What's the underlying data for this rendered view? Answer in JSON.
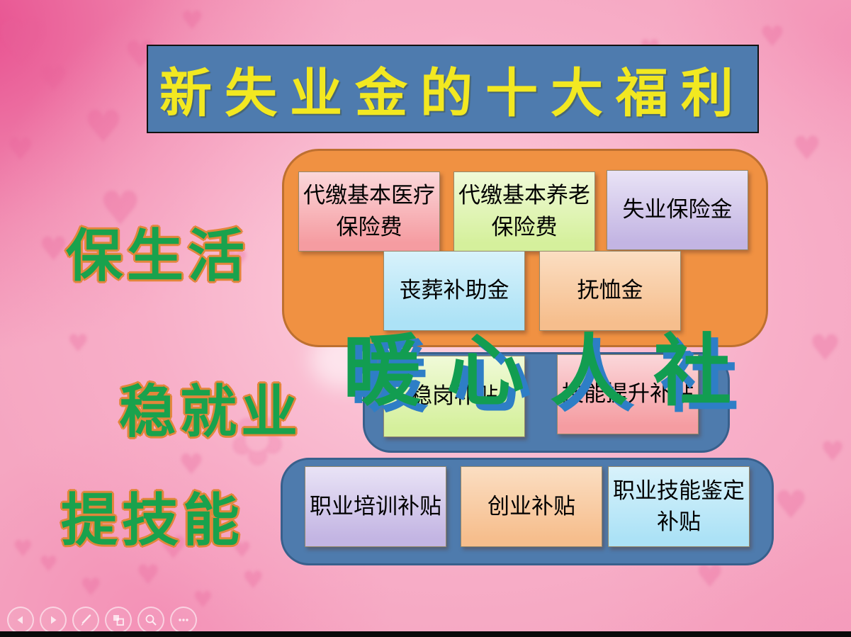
{
  "slide": {
    "title": "新失业金的十大福利",
    "watermark": "暖心人社",
    "groups": [
      {
        "label": "保生活",
        "items": [
          {
            "text": "代缴基本医疗保险费",
            "color": "#F59CA1"
          },
          {
            "text": "代缴基本养老保险费",
            "color": "#D5F09C"
          },
          {
            "text": "失业保险金",
            "color": "#C3B5E3"
          },
          {
            "text": "丧葬补助金",
            "color": "#ACE2F6"
          },
          {
            "text": "抚恤金",
            "color": "#F6BE8D"
          }
        ]
      },
      {
        "label": "稳就业",
        "items": [
          {
            "text": "稳岗补贴",
            "color": "#D5F09C"
          },
          {
            "text": "技能提升补贴",
            "color": "#F59CA1"
          }
        ]
      },
      {
        "label": "提技能",
        "items": [
          {
            "text": "职业培训补贴",
            "color": "#C3B5E3"
          },
          {
            "text": "创业补贴",
            "color": "#F6BE8D"
          },
          {
            "text": "职业技能鉴定补贴",
            "color": "#ACE2F6"
          }
        ]
      }
    ],
    "colors": {
      "background_pink": "#F5A6C1",
      "title_bg": "#4E7BAE",
      "title_text": "#F2E821",
      "group1_bg": "#F09142",
      "group1_border": "#BE7030",
      "group_blue_bg": "#4E7BAD",
      "group_blue_border": "#38608C",
      "label_fill": "#19A24D",
      "label_outline": "#E2863B",
      "watermark_fill": "#129D51",
      "watermark_shadow": "#2E7EC6"
    }
  },
  "toolbar": {
    "buttons": [
      {
        "name": "previous-slide",
        "icon": "left-triangle-icon"
      },
      {
        "name": "next-slide",
        "icon": "right-triangle-icon"
      },
      {
        "name": "annotate-pen",
        "icon": "pen-icon"
      },
      {
        "name": "slides-overview",
        "icon": "slides-icon"
      },
      {
        "name": "zoom",
        "icon": "magnifier-icon"
      },
      {
        "name": "more-options",
        "icon": "ellipsis-icon"
      }
    ]
  }
}
